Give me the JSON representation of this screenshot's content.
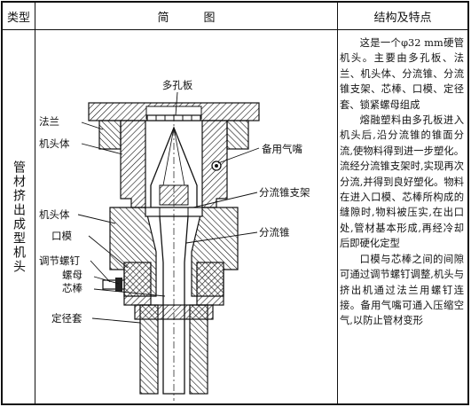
{
  "table": {
    "header_type": "类型",
    "header_diagram": "简　　　图",
    "header_features": "结构及特点",
    "type_name": "管材挤出成型机头"
  },
  "diagram": {
    "labels": {
      "porous_plate": "多孔板",
      "flange": "法兰",
      "head_body_top": "机头体",
      "spare_nozzle": "备用气嘴",
      "spreader_support": "分流锥支架",
      "head_body_lower": "机头体",
      "spreader": "分流锥",
      "die": "口模",
      "adjust_screw": "调节螺钉",
      "nut": "螺母",
      "mandrel": "芯棒",
      "sizing_sleeve": "定径套"
    }
  },
  "features": {
    "paragraphs": [
      "这是一个φ32 mm硬管机头。主要由多孔板、法兰、机头体、分流锥、分流锥支架、芯棒、口模、定径套、锁紧螺母组成",
      "熔融塑料由多孔板进入机头后,沿分流锥的锥面分流,使物料得到进一步塑化。流经分流锥支架时,实现再次分流,并得到良好塑化。物料在进入口模、芯棒所构成的缝隙时,物料被压实,在出口处,管材基本形成,再经冷却后即硬化定型",
      "口模与芯棒之间的间隙可通过调节螺钉调整,机头与挤出机通过法兰用螺钉连接。备用气嘴可通入压缩空气,以防止管材变形"
    ]
  }
}
